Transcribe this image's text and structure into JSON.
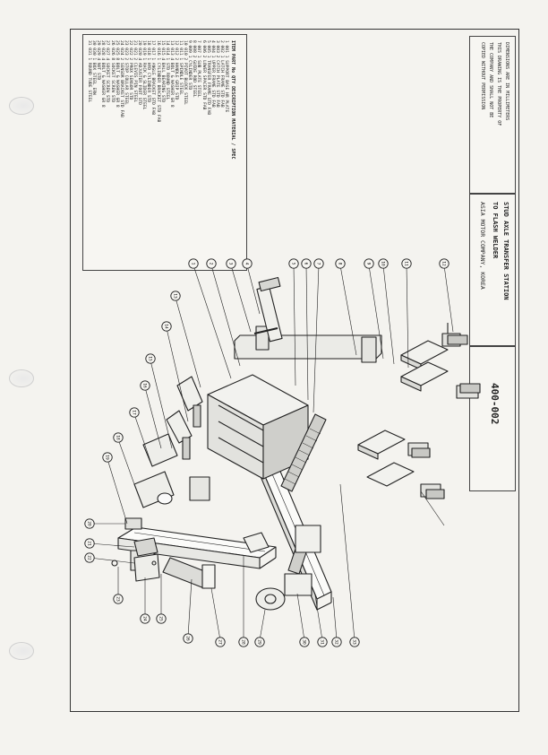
{
  "parts_list": {
    "header": "ITEM PART No QTY  DESCRIPTION        MATERIAL / SPEC",
    "rows": [
      "1   001   1  SUPPORT BASE        HR PLATE",
      "2   002   1  LATCH FRAME         STD FAB",
      "3   003   2  CATCH PLATE         STD FAB",
      "4   004   1  UPPER FRAME         STD FAB",
      "5   005   1  TRANSFER FRAME      STD FAB",
      "6   006   2  LOWER SPACER        STD FAB",
      "7   007   1  SUB PLATE           STEEL",
      "8   008   2  GUIDE ROD           STEEL",
      "9   009   1  CYLINDER            STD",
      "10  010   2  PIVOT BLOCK         STEEL",
      "11  011   1  SPINDLE             STEEL",
      "12  012   2  HANDLE GRIP         STD",
      "13  013   4  BOLT & WASHER       GR 8",
      "14  014   1  STD ROUND           STEEL",
      "15  015   4  BALL BEARING        STD",
      "16  016   1  CYLINDER BRACKET    STD FAB",
      "17  017   1  ANGLE BRACKET       STD FAB",
      "18  018   1  HYD CYLINDER        STD",
      "19  019   1  RACK & SLIDER       STEEL",
      "20  020   4  ADJUSTER FOOT       STD",
      "21  021   2  CLEVIS PIN          STEEL",
      "22  022   2  PROX SENSOR         STD",
      "23  023   2  STOP COLLAR         STEEL",
      "24  024   2  SENSOR BRACKET      STD FAB",
      "25  025   8  BOLT & WASHER       GR 8",
      "26  026   8  SOCKET SCREW        STD",
      "27  027   4  SOCKET SCREW        STD",
      "28  028   4  BOLT & WASHER       GR 8",
      "29  029   4  NUT                 STD",
      "30  030   1  BOX STEEL           ERW",
      "31  031   1  ROUND TUBE          STEEL"
    ]
  },
  "title_block": {
    "title_line1": "STUD AXLE TRANSFER STATION",
    "title_line2": "TO FLASH WELDER",
    "customer": "ASIA MOTOR COMPANY, KOREA",
    "drawing_no": "400-002",
    "notes": [
      "DIMENSIONS ARE IN MILLIMETERS",
      "THIS DRAWING IS THE PROPERTY OF",
      "THE COMPANY AND SHALL NOT BE",
      "COPIED WITHOUT PERMISSION"
    ]
  },
  "balloons": [
    "1",
    "2",
    "3",
    "4",
    "5",
    "6",
    "7",
    "8",
    "9",
    "10",
    "11",
    "12",
    "13",
    "14",
    "15",
    "16",
    "17",
    "18",
    "19",
    "20",
    "21",
    "22",
    "23",
    "24",
    "25",
    "26",
    "27",
    "28",
    "29",
    "30",
    "31",
    "32",
    "33"
  ]
}
